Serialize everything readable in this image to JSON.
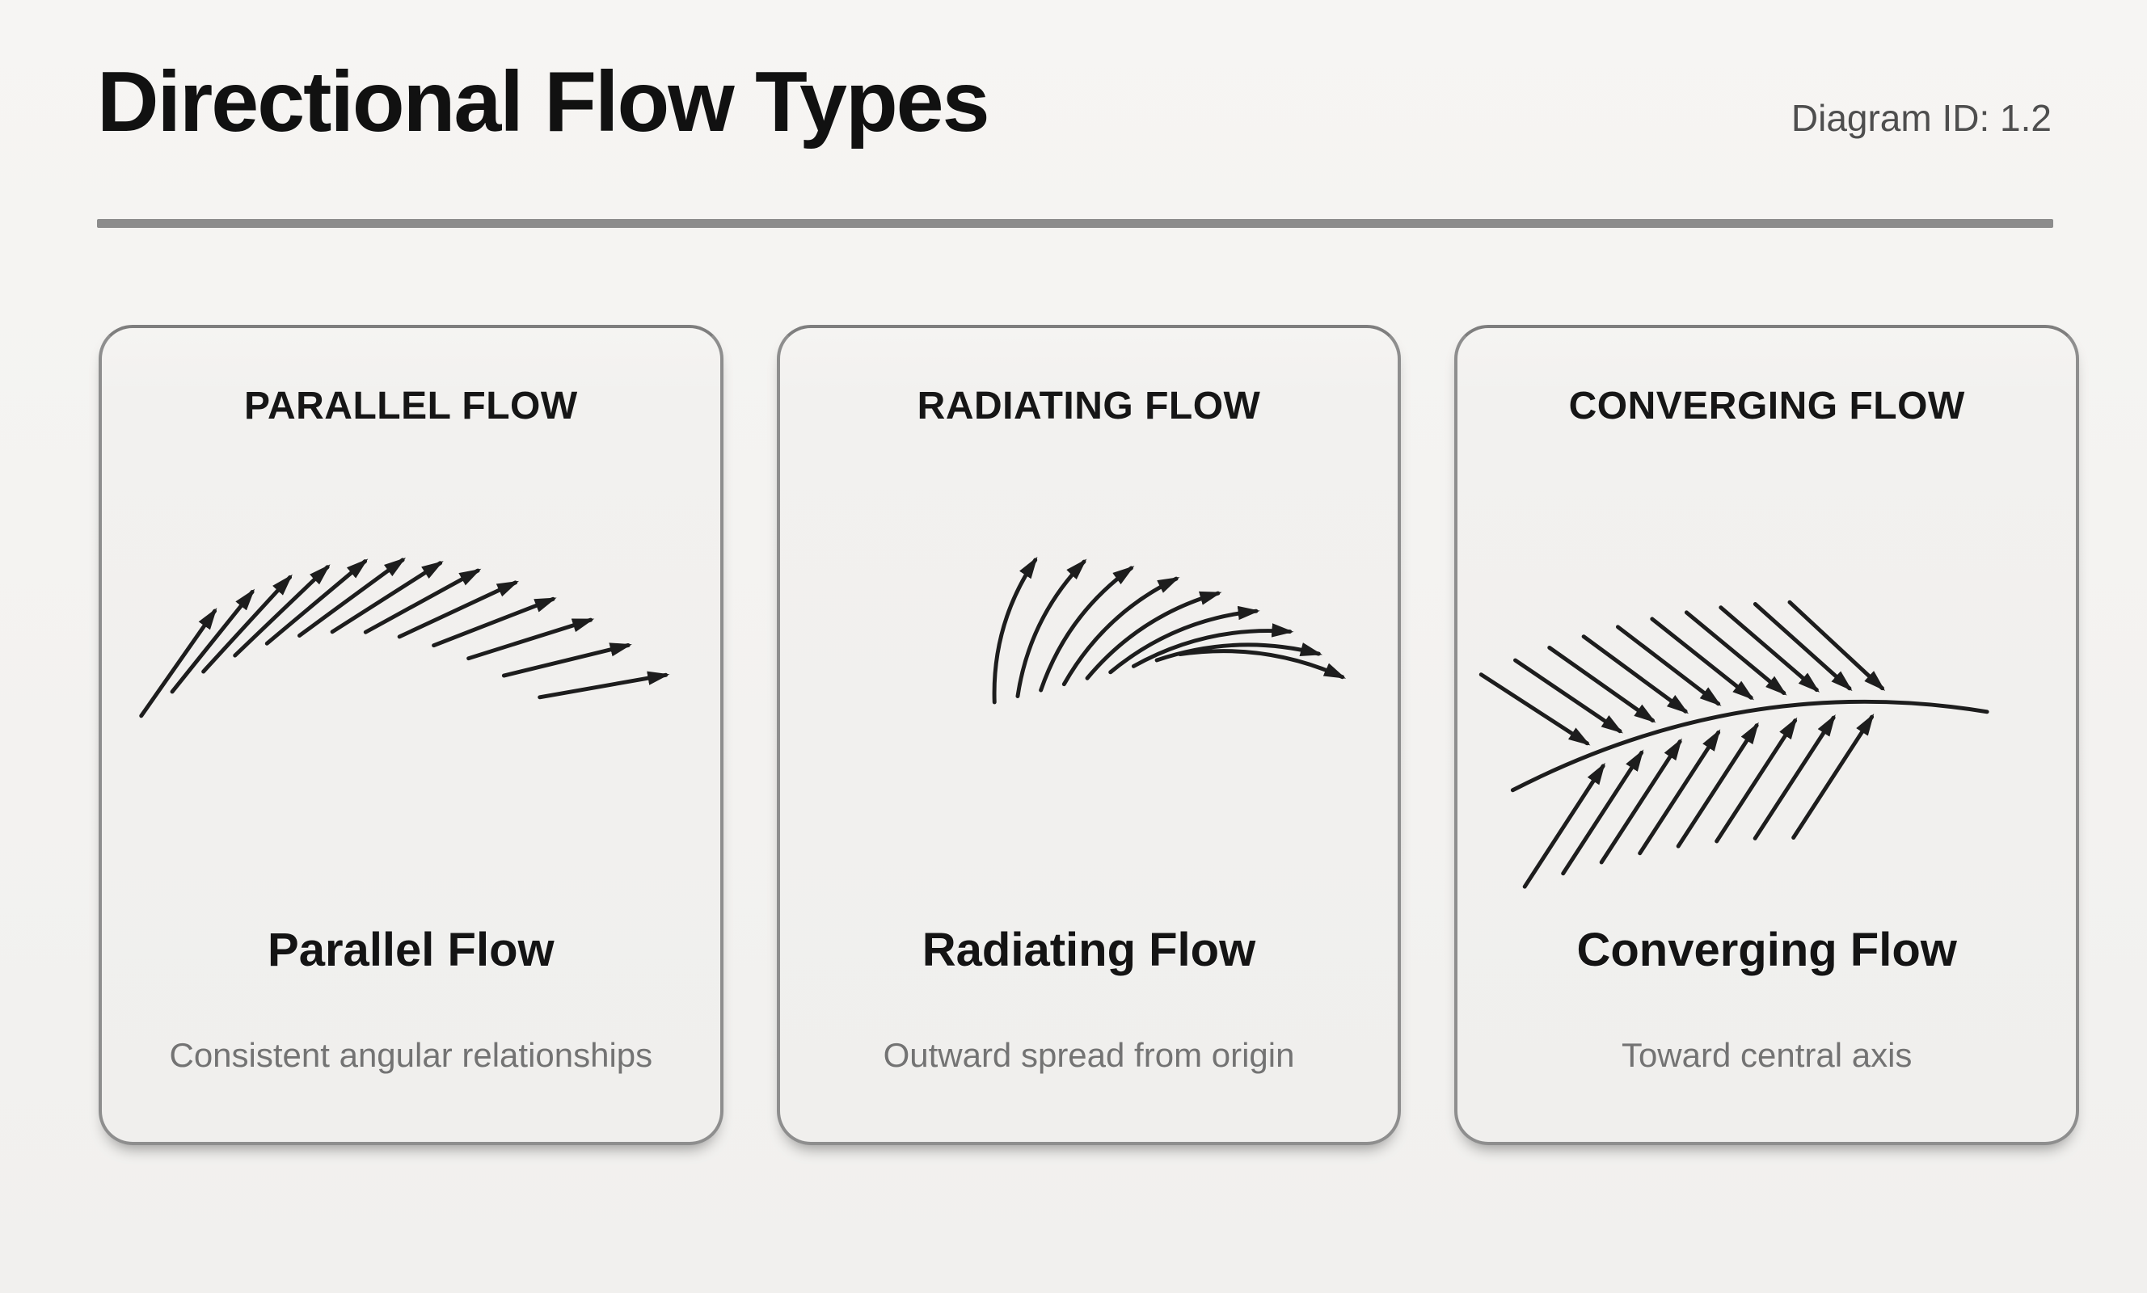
{
  "page": {
    "title": "Directional Flow Types",
    "diagram_id": "Diagram ID: 1.2"
  },
  "colors": {
    "background": "#f4f3f1",
    "card_background": "#f1f0ee",
    "card_border": "#8e8e8e",
    "divider": "#8c8c8c",
    "text_primary": "#141414",
    "text_secondary": "#737373",
    "arrow": "#1d1d1d"
  },
  "cards": [
    {
      "header": "PARALLEL FLOW",
      "title": "Parallel Flow",
      "description": "Consistent angular relationships",
      "illustration": {
        "type": "parallel",
        "icon_name": "parallel-arrows-illustration",
        "arrow_count": 13,
        "angle_start_deg": 55,
        "angle_end_deg": 10
      }
    },
    {
      "header": "RADIATING FLOW",
      "title": "Radiating Flow",
      "description": "Outward spread from origin",
      "illustration": {
        "type": "radiating",
        "icon_name": "radiating-arrows-illustration",
        "arrow_count": 9,
        "angle_start_deg": 74,
        "angle_end_deg": -8
      }
    },
    {
      "header": "CONVERGING FLOW",
      "title": "Converging Flow",
      "description": "Toward central axis",
      "illustration": {
        "type": "converging",
        "icon_name": "converging-arrows-illustration",
        "arrow_count_top": 10,
        "arrow_count_bottom": 8
      }
    }
  ]
}
